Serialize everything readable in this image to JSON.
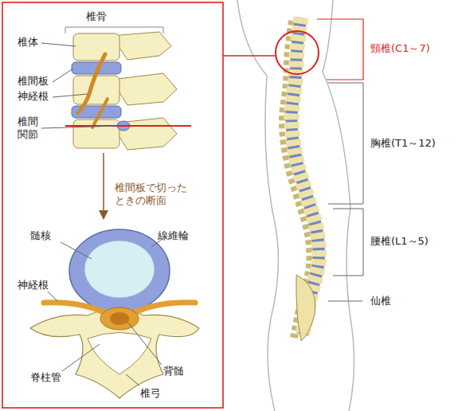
{
  "diagram": {
    "labels": [
      "椎骨",
      "椎体",
      "椎間板",
      "神経根",
      "椎間 関節",
      "椎間板で切った ときの断面",
      "髄核",
      "線維輪",
      "神経根",
      "背髄",
      "脊柱管",
      "椎弓",
      "頸椎(C1～7)",
      "胸椎(T1～12)",
      "腰椎(L1～5)",
      "仙椎"
    ]
  }
}
